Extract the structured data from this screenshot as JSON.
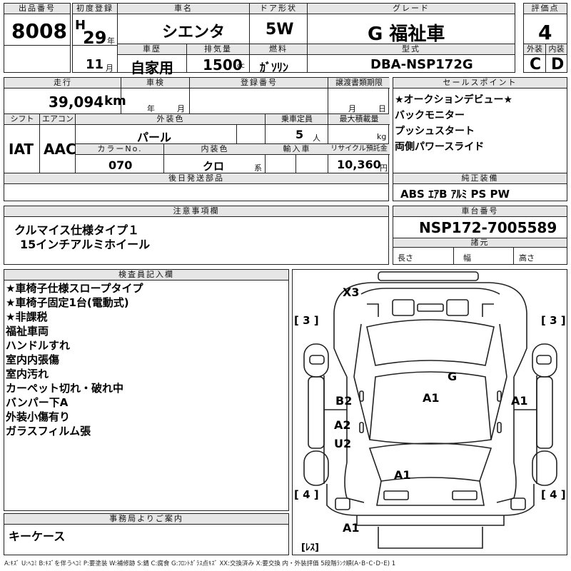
{
  "header": {
    "lot_label": "出品番号",
    "lot_no": "8008",
    "first_reg_label": "初度登録",
    "era": "H",
    "year": "29",
    "year_unit": "年",
    "month": "11",
    "month_unit": "月",
    "car_name_label": "車名",
    "car_name": "シエンタ",
    "door_label": "ドア形状",
    "door": "5W",
    "grade_label": "グレード",
    "grade": "G 福祉車",
    "score_label": "評価点",
    "score": "4",
    "history_label": "車歴",
    "history": "自家用",
    "displacement_label": "排気量",
    "displacement": "1500",
    "displacement_unit": "cc",
    "fuel_label": "燃料",
    "fuel": "ｶﾞｿﾘﾝ",
    "model_label": "型式",
    "model": "DBA-NSP172G",
    "ext_label": "外装",
    "ext_grade": "C",
    "int_label": "内装",
    "int_grade": "D"
  },
  "info": {
    "mileage_label": "走行",
    "mileage": "39,094",
    "mileage_unit": "km",
    "inspection_label": "車検",
    "ins_year_unit": "年",
    "ins_month_unit": "月",
    "reg_no_label": "登録番号",
    "transfer_label": "譲渡書類期限",
    "tr_month_unit": "月",
    "tr_day_unit": "日",
    "shift_label": "シフト",
    "shift": "IAT",
    "ac_label": "エアコン",
    "ac": "AAC",
    "color_label": "外装色",
    "color": "パール",
    "capacity_label": "乗車定員",
    "capacity": "5",
    "capacity_unit": "人",
    "load_label": "最大積載量",
    "load_unit": "kg",
    "color_no_label": "カラーNo.",
    "color_no": "070",
    "int_color_label": "内装色",
    "int_color": "クロ",
    "int_color_unit": "系",
    "import_label": "輸入車",
    "recycle_label": "リサイクル預託金",
    "recycle": "10,360",
    "recycle_unit": "円",
    "later_parts_label": "後日発送部品"
  },
  "sales_points": {
    "label": "セールスポイント",
    "items": [
      "★オークションデビュー★",
      "バックモニター",
      "プッシュスタート",
      "両側パワースライド"
    ]
  },
  "equipment": {
    "label": "純正装備",
    "value": "ABS ｴｱB ｱﾙﾐ PS PW"
  },
  "notes": {
    "label": "注意事項欄",
    "items": [
      "クルマイス仕様タイプ１",
      "15インチアルミホイール"
    ]
  },
  "chassis": {
    "label": "車台番号",
    "value": "NSP172-7005589",
    "specs_label": "諸元",
    "length_label": "長さ",
    "width_label": "幅",
    "height_label": "高さ"
  },
  "inspector": {
    "label": "検査員記入欄",
    "items": [
      "★車椅子仕様スロープタイプ",
      "★車椅子固定1台(電動式)",
      "★非課税",
      "福祉車両",
      "ハンドルすれ",
      "室内内張傷",
      "室内汚れ",
      "カーペット切れ・破れ中",
      "バンパー下A",
      "外装小傷有り",
      "ガラスフィルム張"
    ]
  },
  "office": {
    "label": "事務局よりご案内",
    "value": "キーケース"
  },
  "diagram": {
    "tire_tl": "[ 3 ]",
    "tire_tr": "[ 3 ]",
    "tire_bl": "[ 4 ]",
    "tire_br": "[ 4 ]",
    "spare": "[ﾚｽ]",
    "damage": [
      "X3",
      "G",
      "A1",
      "B2",
      "A1",
      "A2",
      "U2",
      "A1",
      "A1"
    ]
  },
  "legend": "A:ｷｽﾞ U:ﾍｺﾐ B:ｷｽﾞを伴うﾍｺﾐ P:要塗装 W:補修跡 S:錆 C:腐食 G:ﾌﾛﾝﾄｶﾞﾗｽ点ｷｽﾞ XX:交換済み X:要交換 内・外装評価 5段階ﾗﾝｸ順(A･B･C･D･E) 1"
}
